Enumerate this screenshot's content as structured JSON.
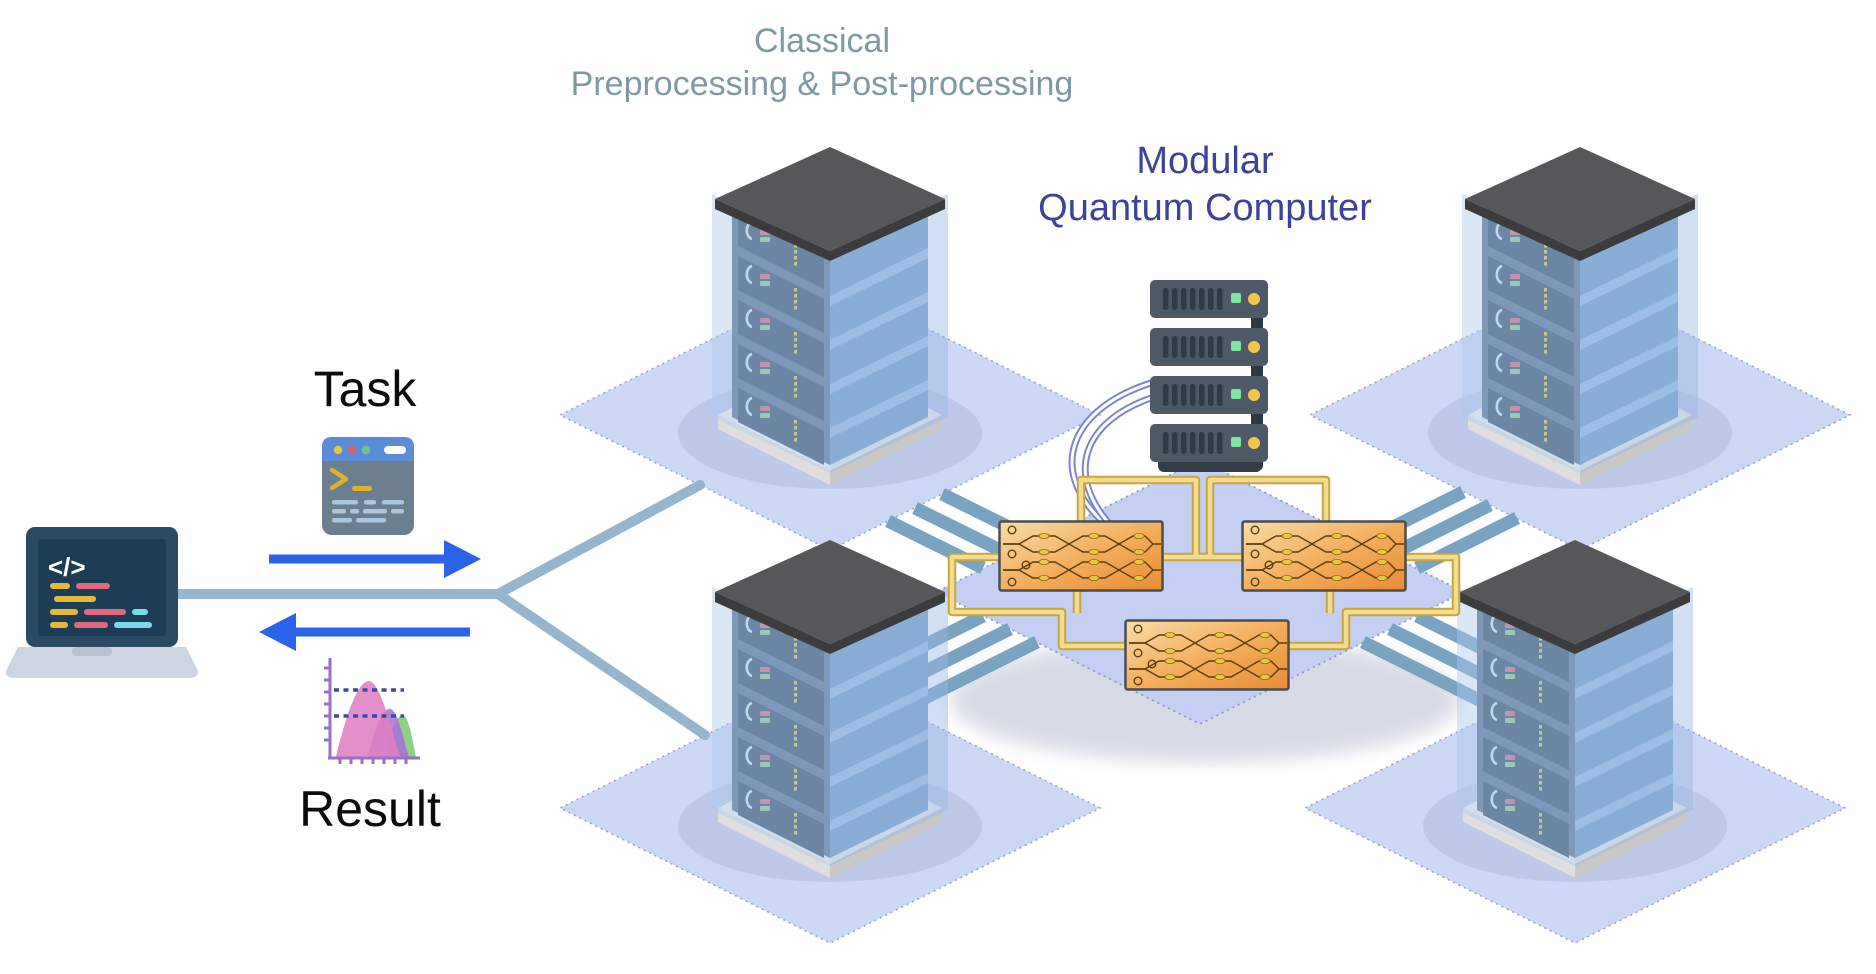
{
  "titles": {
    "classical": {
      "line1": "Classical",
      "line2": "Preprocessing & Post-processing"
    },
    "quantum": {
      "line1": "Modular",
      "line2": "Quantum Computer"
    }
  },
  "flow": {
    "task": "Task",
    "result": "Result"
  },
  "nodes": {
    "client_laptop": "laptop with code editor",
    "laptop_glyph": "</>",
    "task_icon": "terminal window",
    "result_icon": "probability distribution chart",
    "classical_server_towers": 4,
    "quantum_rack_units": 4,
    "photonic_chips": 3
  },
  "palette": {
    "classical_title": "#7d99a3",
    "quantum_title": "#3d429b",
    "flow_text": "#0b0b0b",
    "arrow_blue": "#2b63e9",
    "link_steel": "#96b6cf",
    "stripe_blue": "#78a3c2",
    "platform_lavender": "#cdd7f6",
    "core_platform": "#c5cff3",
    "wire_gold": "#e8cb72",
    "cable_purple": "#7d85cd",
    "chip_orange": "#ef9f46",
    "roof_gray": "#57575a",
    "rack_slate": "#4d5a66",
    "led_green": "#7fe3a4",
    "led_amber": "#f3c44d"
  }
}
